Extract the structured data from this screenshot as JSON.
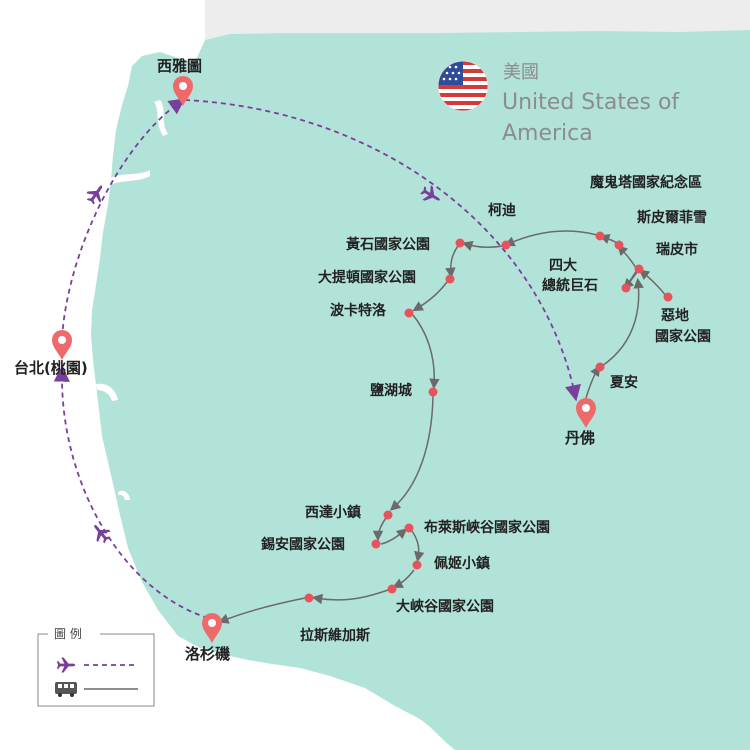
{
  "colors": {
    "land": "#b2e3d8",
    "sea": "#ffffff",
    "north": "#ededed",
    "route_flight": "#7a3e9d",
    "route_ground": "#6a6a6a",
    "stop_dot": "#e6535b",
    "pin": "#ee6a6a"
  },
  "header": {
    "country_zh": "美國",
    "country_en_line1": "United States of",
    "country_en_line2": "America",
    "flag_icon": "usa-flag-icon"
  },
  "cities": {
    "seattle": "西雅圖",
    "taipei": "台北(桃園)",
    "denver": "丹佛",
    "losangeles": "洛杉磯"
  },
  "stops": {
    "cody": "柯迪",
    "devils_tower": "魔鬼塔國家紀念區",
    "spearfish": "斯皮爾菲雪",
    "rushmore_line1": "四大",
    "rushmore_line2": "總統巨石",
    "rapid_city": "瑞皮市",
    "badlands_line1": "惡地",
    "badlands_line2": "國家公園",
    "cheyenne": "夏安",
    "yellowstone": "黃石國家公園",
    "grand_teton": "大提頓國家公園",
    "pocatello": "波卡特洛",
    "salt_lake": "鹽湖城",
    "cedar_city": "西達小鎮",
    "zion": "錫安國家公園",
    "bryce": "布萊斯峽谷國家公園",
    "page": "佩姬小鎮",
    "grand_canyon": "大峽谷國家公園",
    "las_vegas": "拉斯維加斯"
  },
  "legend": {
    "title": "圖  例",
    "flight_icon": "airplane-icon",
    "bus_icon": "bus-icon"
  }
}
